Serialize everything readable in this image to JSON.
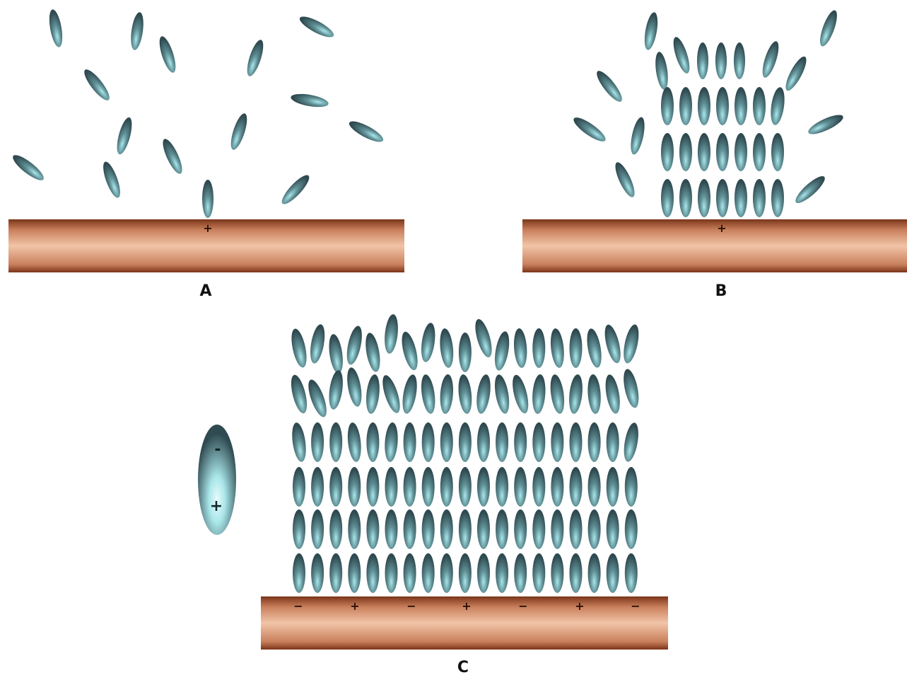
{
  "colors": {
    "molecule_dark": "#2f4a50",
    "molecule_light": "#a9e6ea",
    "rod_light": "#f2c4a8",
    "rod_mid": "#c9805c",
    "rod_dark": "#7a3418",
    "background": "#ffffff"
  },
  "panels": [
    {
      "id": "A",
      "label": "A",
      "rod_charges": [
        "+"
      ],
      "arrangement": "random molecules, one touching the surface"
    },
    {
      "id": "B",
      "label": "B",
      "rod_charges": [
        "+"
      ],
      "arrangement": "molecules stacking into aligned columns"
    },
    {
      "id": "C",
      "label": "C",
      "rod_charges": [
        "−",
        "+",
        "−",
        "+",
        "−",
        "+",
        "−"
      ],
      "arrangement": "fully aligned field of molecules"
    }
  ],
  "dipole_molecule": {
    "top_charge": "-",
    "bottom_charge": "+"
  }
}
